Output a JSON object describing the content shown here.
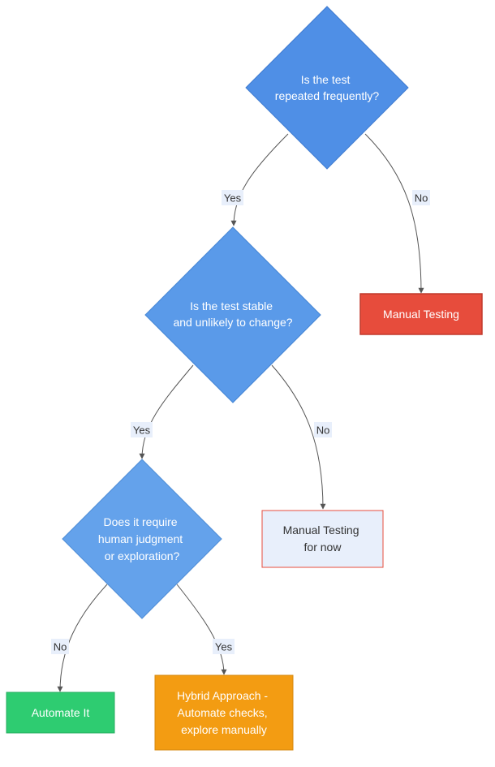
{
  "nodes": {
    "q1": {
      "lines": [
        "Is the test",
        "repeated frequently?"
      ],
      "fill": "#4f8fe6"
    },
    "q2": {
      "lines": [
        "Is the test stable",
        "and unlikely to change?"
      ],
      "fill": "#5a9ae9"
    },
    "q3": {
      "lines": [
        "Does it require",
        "human judgment",
        "or exploration?"
      ],
      "fill": "#64a2eb"
    },
    "manual_testing": {
      "lines": [
        "Manual Testing"
      ],
      "fill": "#e74c3c",
      "stroke": "#c0392b"
    },
    "manual_testing_for_now": {
      "lines": [
        "Manual Testing",
        "for now"
      ],
      "fill": "#e8effb",
      "stroke": "#e74c3c"
    },
    "automate_it": {
      "lines": [
        "Automate It"
      ],
      "fill": "#2ecc71",
      "stroke": "#27ae60"
    },
    "hybrid_approach": {
      "lines": [
        "Hybrid Approach -",
        "Automate checks,",
        "explore manually"
      ],
      "fill": "#f39c12",
      "stroke": "#d68910"
    }
  },
  "edges": {
    "q1_yes": "Yes",
    "q1_no": "No",
    "q2_yes": "Yes",
    "q2_no": "No",
    "q3_no": "No",
    "q3_yes": "Yes"
  },
  "colors": {
    "edge": "#555555",
    "edge_label_bg": "#e8effb",
    "light_text": "#ffffff",
    "dark_text": "#333333"
  }
}
